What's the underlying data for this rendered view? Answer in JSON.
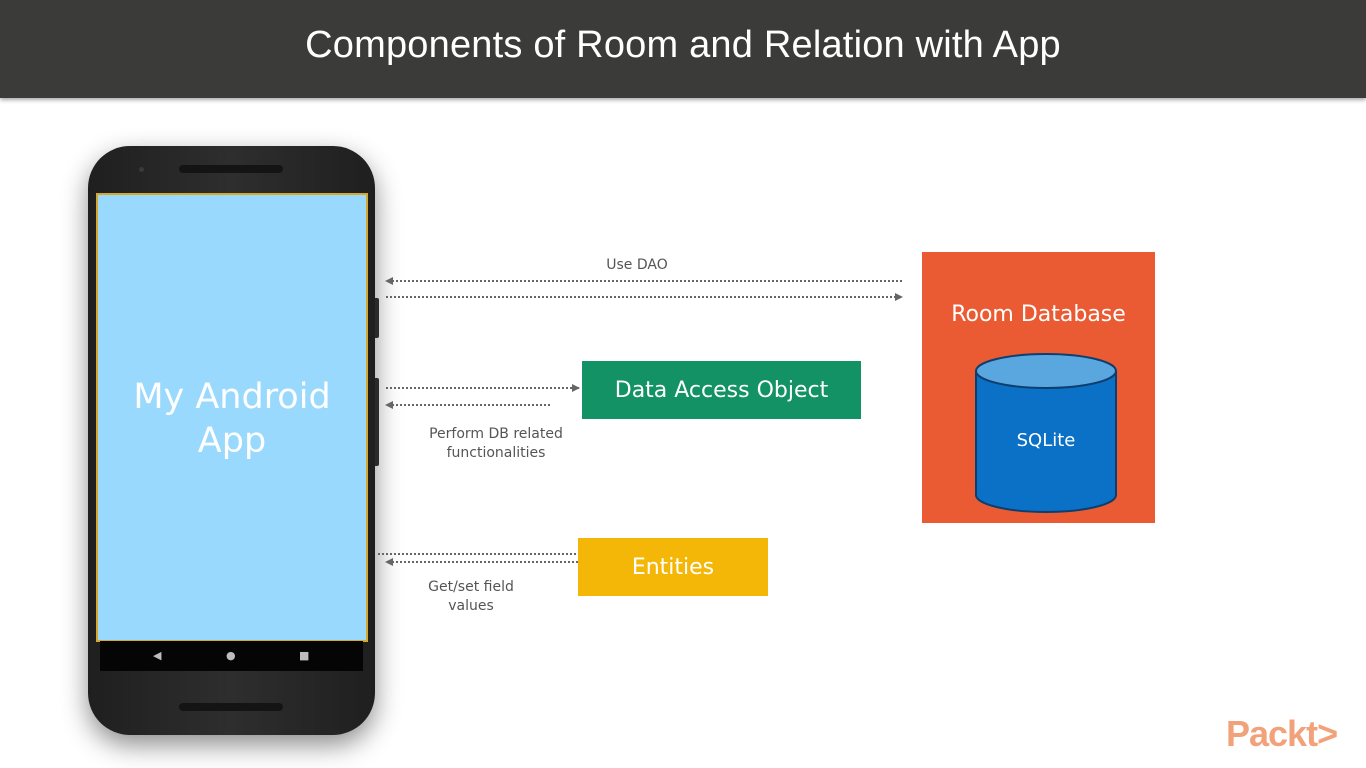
{
  "header": {
    "title": "Components of Room and Relation with App"
  },
  "phone": {
    "screen_label_line1": "My Android",
    "screen_label_line2": "App",
    "nav": {
      "back": "◀",
      "home": "●",
      "recents": "■"
    }
  },
  "labels": {
    "use_dao": "Use DAO",
    "perform_line1": "Perform DB related",
    "perform_line2": "functionalities",
    "getset_line1": "Get/set field",
    "getset_line2": "values"
  },
  "boxes": {
    "dao": "Data Access Object",
    "entities": "Entities",
    "room_database": "Room Database",
    "sqlite": "SQLite"
  },
  "logo": {
    "text": "Packt>"
  },
  "colors": {
    "header": "#3b3b3a",
    "screen": "#99d9fd",
    "dao": "#129265",
    "entities": "#f4b707",
    "room": "#eb5b33",
    "sqlite": "#0b71c6",
    "logo": "#f2a27b"
  }
}
